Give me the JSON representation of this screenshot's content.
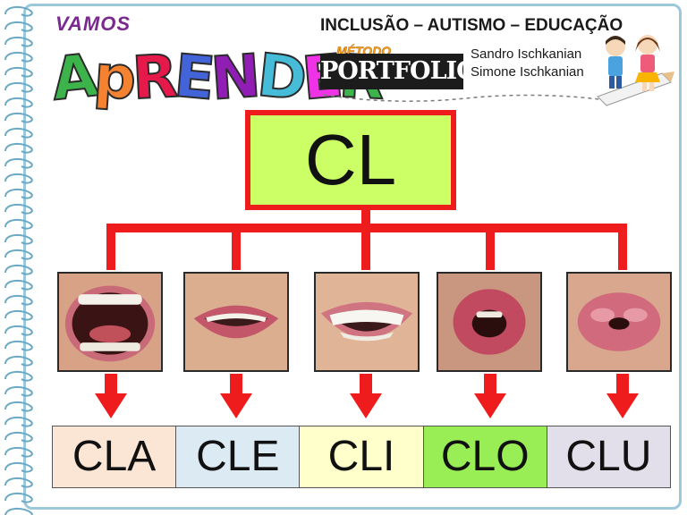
{
  "header": {
    "vamos": "VAMOS",
    "aprender_letters": [
      "A",
      "p",
      "R",
      "E",
      "N",
      "D",
      "E",
      "R"
    ],
    "aprender_colors": [
      "#3cb44b",
      "#f58231",
      "#e6194b",
      "#4363d8",
      "#911eb4",
      "#46bcd8",
      "#f032e6",
      "#3cb44b"
    ],
    "tagline": "INCLUSÃO – AUTISMO – EDUCAÇÃO",
    "metodo": "MÉTODO",
    "portfolio": "PORTFOLIO",
    "authors": [
      "Sandro Ischkanian",
      "Simone Ischkanian"
    ]
  },
  "main": {
    "title": "CL",
    "title_bg": "#ccff66",
    "accent": "#ee1c1c"
  },
  "mouths": [
    {
      "icon": "mouth-open-wide-icon"
    },
    {
      "icon": "mouth-smile-icon"
    },
    {
      "icon": "mouth-wide-grin-icon"
    },
    {
      "icon": "mouth-round-icon"
    },
    {
      "icon": "mouth-pucker-icon"
    }
  ],
  "syllables": [
    {
      "text": "CLA",
      "bg": "#fbe6d6"
    },
    {
      "text": "CLE",
      "bg": "#dcebf3"
    },
    {
      "text": "CLI",
      "bg": "#ffffcc"
    },
    {
      "text": "CLO",
      "bg": "#99ee55"
    },
    {
      "text": "CLU",
      "bg": "#e3dfea"
    }
  ]
}
